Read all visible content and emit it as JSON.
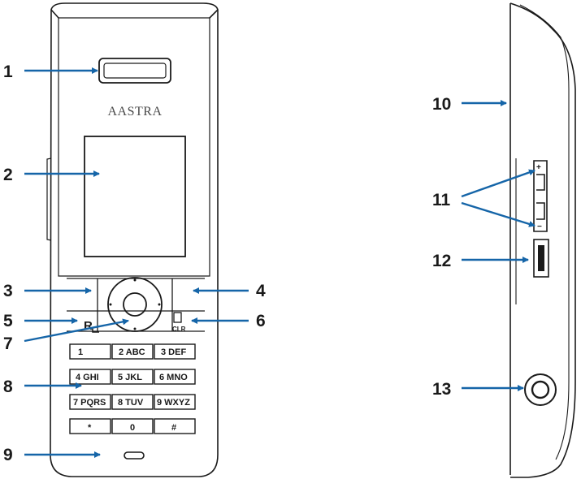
{
  "brand": "AASTRA",
  "callouts": {
    "c1": "1",
    "c2": "2",
    "c3": "3",
    "c4": "4",
    "c5": "5",
    "c6": "6",
    "c7": "7",
    "c8": "8",
    "c9": "9",
    "c10": "10",
    "c11": "11",
    "c12": "12",
    "c13": "13"
  },
  "keypad": {
    "k1": "1",
    "k2": "2 ABC",
    "k3": "3 DEF",
    "k4": "4 GHI",
    "k5": "5 JKL",
    "k6": "6 MNO",
    "k7": "7 PQRS",
    "k8": "8 TUV",
    "k9": "9 WXYZ",
    "kstar": "*",
    "k0": "0",
    "khash": "#"
  },
  "keys": {
    "r_key": "R",
    "clr_key": "CLR",
    "plus": "+",
    "minus": "−"
  },
  "colors": {
    "arrow": "#1565a8",
    "outline": "#1a1a1a"
  }
}
